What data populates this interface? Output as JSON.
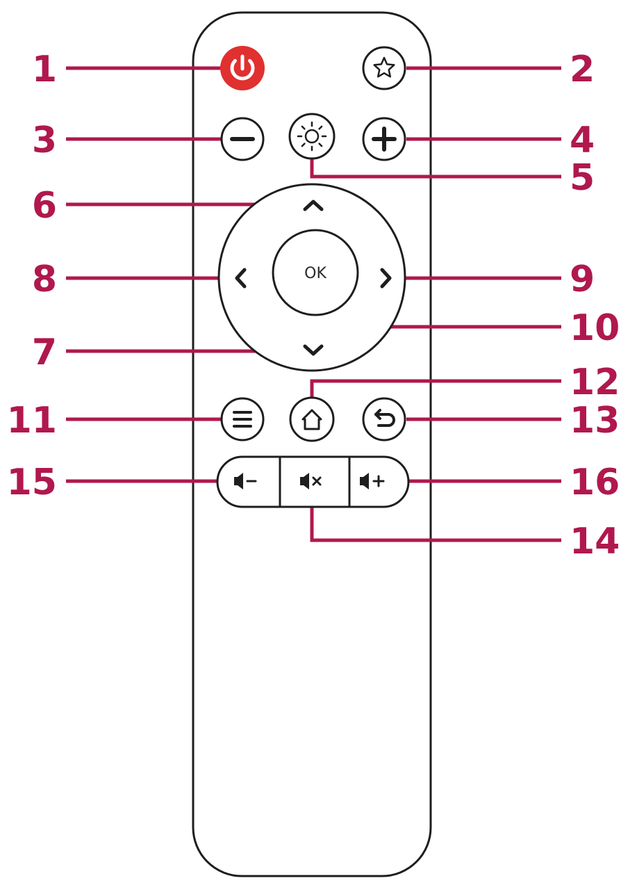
{
  "colors": {
    "callout": "#b0184e",
    "power": "#e0302f",
    "outline": "#1e1e1e",
    "background": "#ffffff"
  },
  "buttons": {
    "power": {
      "icon": "power-icon"
    },
    "favorite": {
      "icon": "star-icon"
    },
    "minus": {
      "icon": "minus-icon"
    },
    "brightness": {
      "icon": "sun-icon"
    },
    "plus": {
      "icon": "plus-icon"
    },
    "up": {
      "icon": "chevron-up-icon"
    },
    "down": {
      "icon": "chevron-down-icon"
    },
    "left": {
      "icon": "chevron-left-icon"
    },
    "right": {
      "icon": "chevron-right-icon"
    },
    "ok": {
      "label": "OK"
    },
    "menu": {
      "icon": "menu-icon"
    },
    "home": {
      "icon": "home-icon"
    },
    "back": {
      "icon": "back-arrow-icon"
    },
    "volume_down": {
      "icon": "volume-down-icon"
    },
    "mute": {
      "icon": "mute-icon"
    },
    "volume_up": {
      "icon": "volume-up-icon"
    }
  },
  "callouts": {
    "c1": "1",
    "c2": "2",
    "c3": "3",
    "c4": "4",
    "c5": "5",
    "c6": "6",
    "c7": "7",
    "c8": "8",
    "c9": "9",
    "c10": "10",
    "c11": "11",
    "c12": "12",
    "c13": "13",
    "c14": "14",
    "c15": "15",
    "c16": "16"
  }
}
